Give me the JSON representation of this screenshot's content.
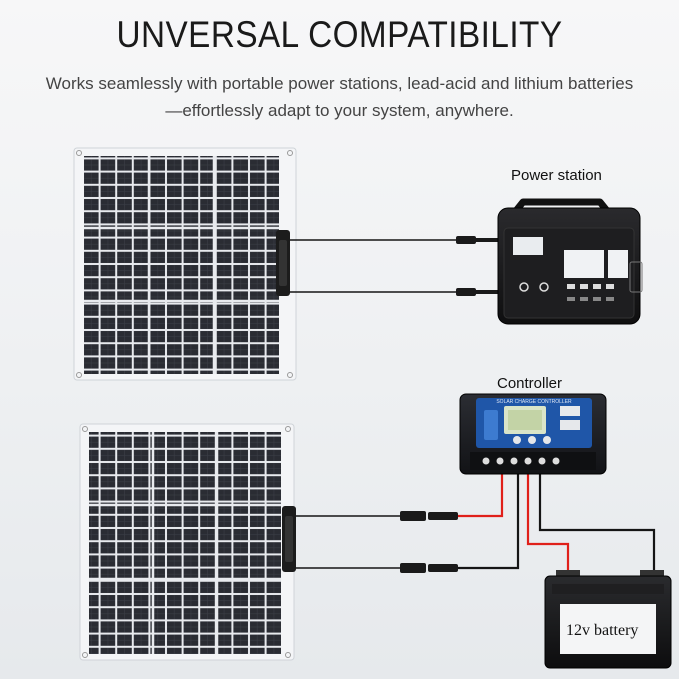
{
  "header": {
    "title": "UNVERSAL COMPATIBILITY",
    "subtitle_line1": "Works seamlessly with portable power stations, lead-acid and lithium batteries",
    "subtitle_line2": "—effortlessly adapt to your system, anywhere."
  },
  "devices": {
    "power_station_label": "Power station",
    "controller_label": "Controller",
    "controller_panel_text": "SOLAR CHARGE CONTROLLER",
    "battery_label": "12v battery"
  },
  "colors": {
    "cable_red": "#e0201a",
    "cable_black": "#151515",
    "device_body": "#1b1b1d",
    "controller_blue": "#1f56a8"
  }
}
